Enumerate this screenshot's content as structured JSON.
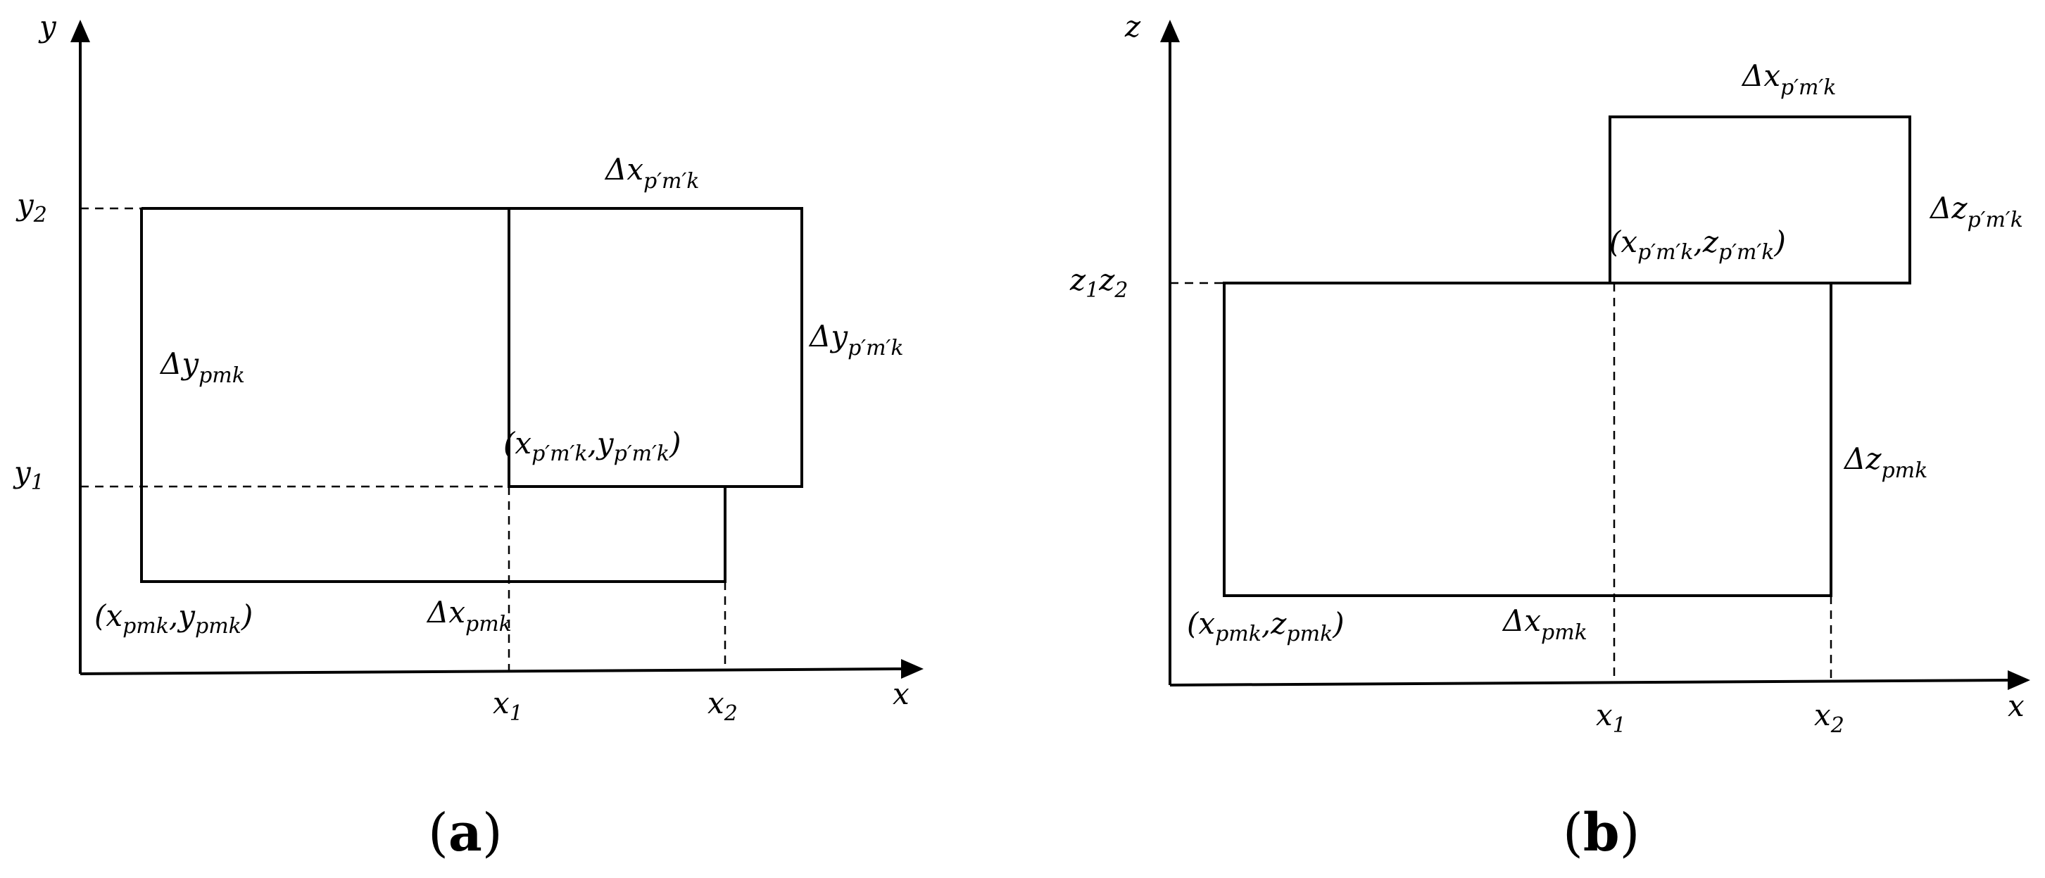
{
  "panel_a": {
    "caption_open": "(",
    "caption_letter": "a",
    "caption_close": ")",
    "axis_y": "y",
    "axis_x": "x",
    "tick_y2": {
      "base": "y",
      "sub": "2"
    },
    "tick_y1": {
      "base": "y",
      "sub": "1"
    },
    "tick_x1": {
      "base": "x",
      "sub": "1"
    },
    "tick_x2": {
      "base": "x",
      "sub": "2"
    },
    "delta_x_top": {
      "base": "Δx",
      "sub": "p′m′k"
    },
    "delta_y_right": {
      "base": "Δy",
      "sub": "p′m′k"
    },
    "delta_y_left": {
      "base": "Δy",
      "sub": "pmk"
    },
    "corner_point": {
      "open": "(",
      "x": "x",
      "x_sub": "p′m′k",
      "sep": ",",
      "y": "y",
      "y_sub": "p′m′k",
      "close": ")"
    },
    "origin_point": {
      "open": "(",
      "x": "x",
      "x_sub": "pmk",
      "sep": ",",
      "y": "y",
      "y_sub": "pmk",
      "close": ")"
    },
    "delta_x_bottom": {
      "base": "Δx",
      "sub": "pmk"
    }
  },
  "panel_b": {
    "caption_open": "(",
    "caption_letter": "b",
    "caption_close": ")",
    "axis_z": "z",
    "axis_x": "x",
    "tick_z1z2": {
      "a": "z",
      "a_sub": "1",
      "b": "z",
      "b_sub": "2"
    },
    "tick_x1": {
      "base": "x",
      "sub": "1"
    },
    "tick_x2": {
      "base": "x",
      "sub": "2"
    },
    "delta_x_top": {
      "base": "Δx",
      "sub": "p′m′k"
    },
    "delta_z_right": {
      "base": "Δz",
      "sub": "p′m′k"
    },
    "corner_point": {
      "open": "(",
      "x": "x",
      "x_sub": "p′m′k",
      "sep": ",",
      "z": "z",
      "z_sub": "p′m′k",
      "close": ")"
    },
    "delta_z_pmk": {
      "base": "Δz",
      "sub": "pmk"
    },
    "origin_point": {
      "open": "(",
      "x": "x",
      "x_sub": "pmk",
      "sep": ",",
      "z": "z",
      "z_sub": "pmk",
      "close": ")"
    },
    "delta_x_bottom": {
      "base": "Δx",
      "sub": "pmk"
    }
  }
}
